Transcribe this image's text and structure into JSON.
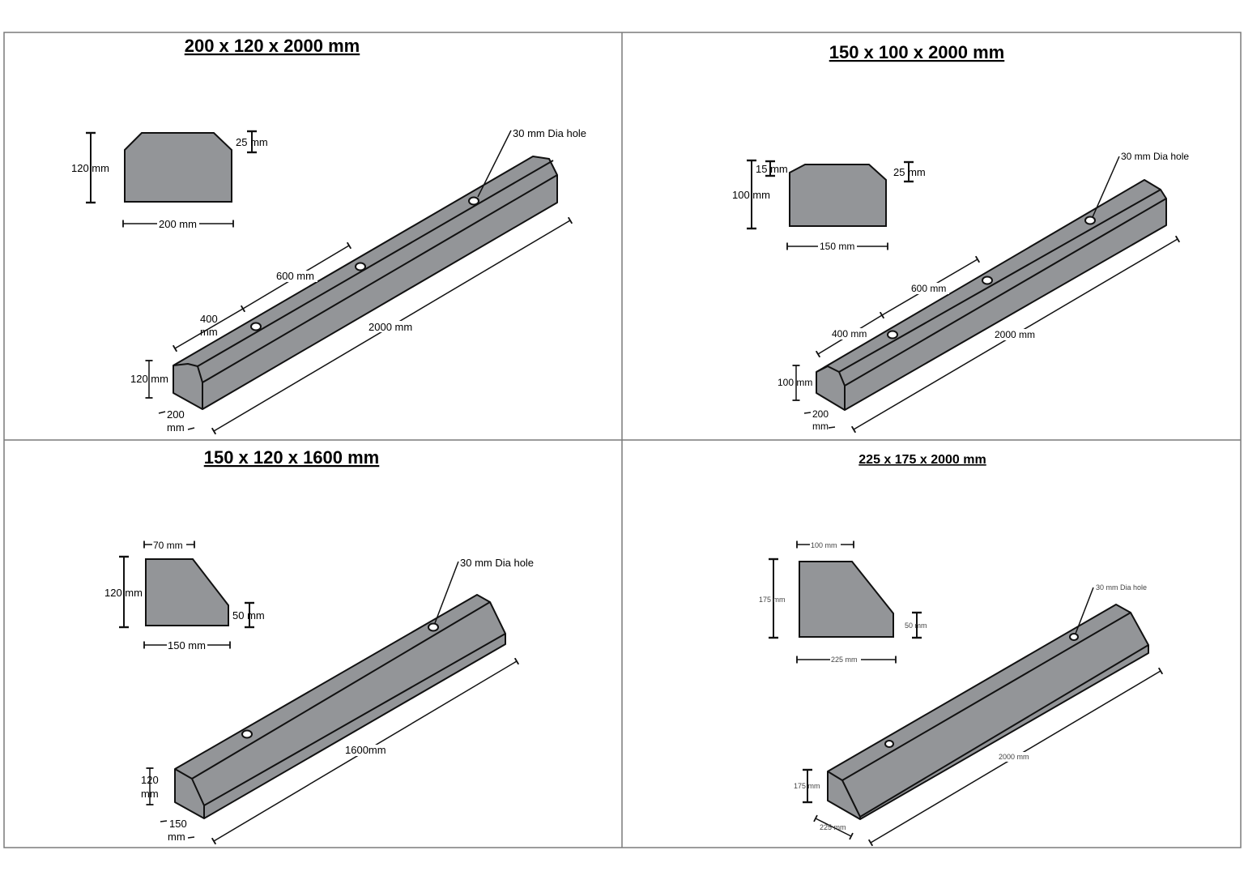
{
  "colors": {
    "fill": "#939598",
    "stroke": "#111111",
    "frame": "#7a7a7a",
    "background": "#ffffff"
  },
  "panels": [
    {
      "id": "panel-1",
      "title": "200 x 120 x 2000 mm",
      "profile": {
        "height_label": "120 mm",
        "width_label": "200 mm",
        "chamfer_label": "25 mm"
      },
      "beam": {
        "hole_label": "30 mm Dia hole",
        "spacing_1_label_a": "400",
        "spacing_1_label_b": "mm",
        "spacing_2_label": "600 mm",
        "length_label": "2000 mm",
        "height_label": "120 mm",
        "depth_label_a": "200",
        "depth_label_b": "mm"
      }
    },
    {
      "id": "panel-2",
      "title": "150 x 100 x 2000 mm",
      "profile": {
        "height_label": "100 mm",
        "width_label": "150 mm",
        "chamfer_left_label": "15 mm",
        "chamfer_right_label": "25 mm"
      },
      "beam": {
        "hole_label": "30 mm Dia hole",
        "spacing_1_label": "400 mm",
        "spacing_2_label": "600 mm",
        "length_label": "2000 mm",
        "height_label": "100 mm",
        "depth_label_a": "200",
        "depth_label_b": "mm"
      }
    },
    {
      "id": "panel-3",
      "title": "150 x 120 x 1600 mm",
      "profile": {
        "top_label": "70 mm",
        "height_label": "120 mm",
        "width_label": "150 mm",
        "side_label": "50 mm"
      },
      "beam": {
        "hole_label": "30 mm Dia hole",
        "length_label": "1600mm",
        "height_label_a": "120",
        "height_label_b": "mm",
        "depth_label_a": "150",
        "depth_label_b": "mm"
      }
    },
    {
      "id": "panel-4",
      "title": "225 x 175 x 2000 mm",
      "profile": {
        "top_label": "100 mm",
        "height_label": "175 mm",
        "width_label": "225 mm",
        "side_label": "50 mm"
      },
      "beam": {
        "hole_label": "30 mm Dia hole",
        "length_label": "2000 mm",
        "height_label": "175 mm",
        "depth_label": "225 mm"
      }
    }
  ]
}
